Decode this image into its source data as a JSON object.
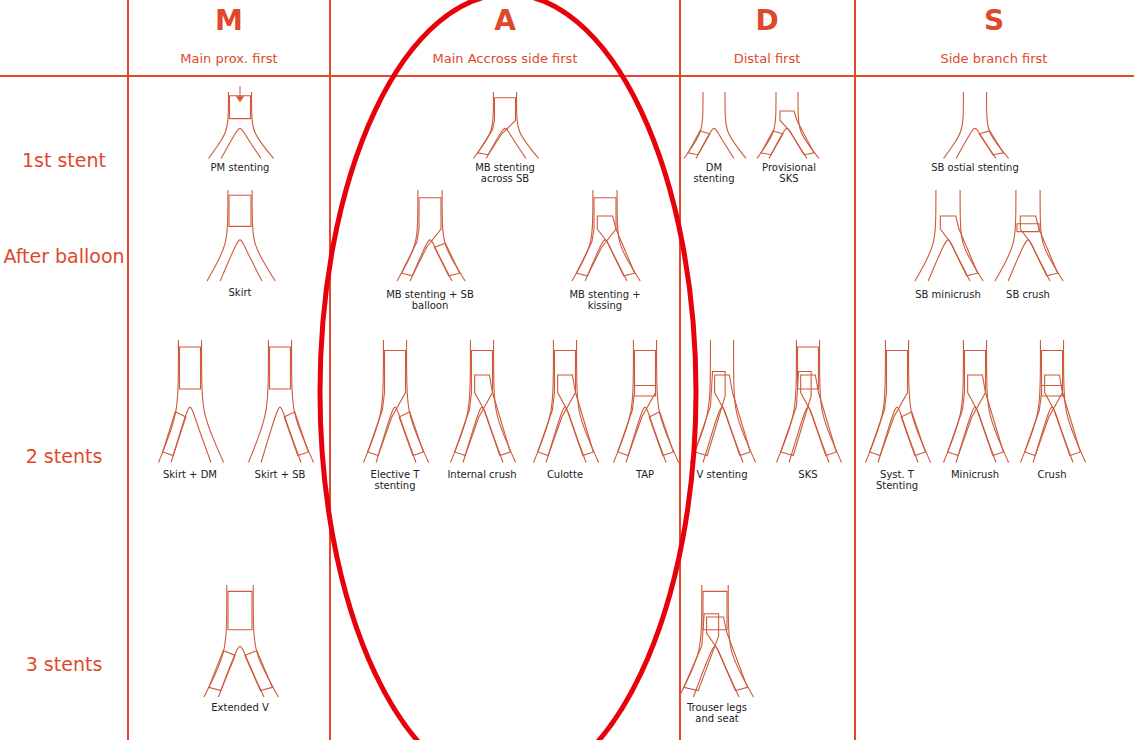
{
  "diagram": {
    "labels": [
      "M",
      "Main prox. first",
      "A",
      "Main Accross side first",
      "D",
      "Distal first",
      "S",
      "Side branch first",
      "1st stent",
      "PM stenting",
      "MB stenting across SB",
      "DM stenting",
      "Provisional SKS",
      "SB ostial stenting",
      "After balloon",
      "Skirt",
      "MB stenting + SB balloon",
      "MB stenting + kissing",
      "SB minicrush",
      "SB crush",
      "2 stents",
      "Skirt + DM",
      "Skirt + SB",
      "Elective T stenting",
      "Internal crush",
      "Culotte",
      "TAP",
      "V stenting",
      "SKS",
      "Syst. T Stenting",
      "Minicrush",
      "Crush",
      "3 stents",
      "Extended V",
      "Trouser legs and seat"
    ]
  }
}
